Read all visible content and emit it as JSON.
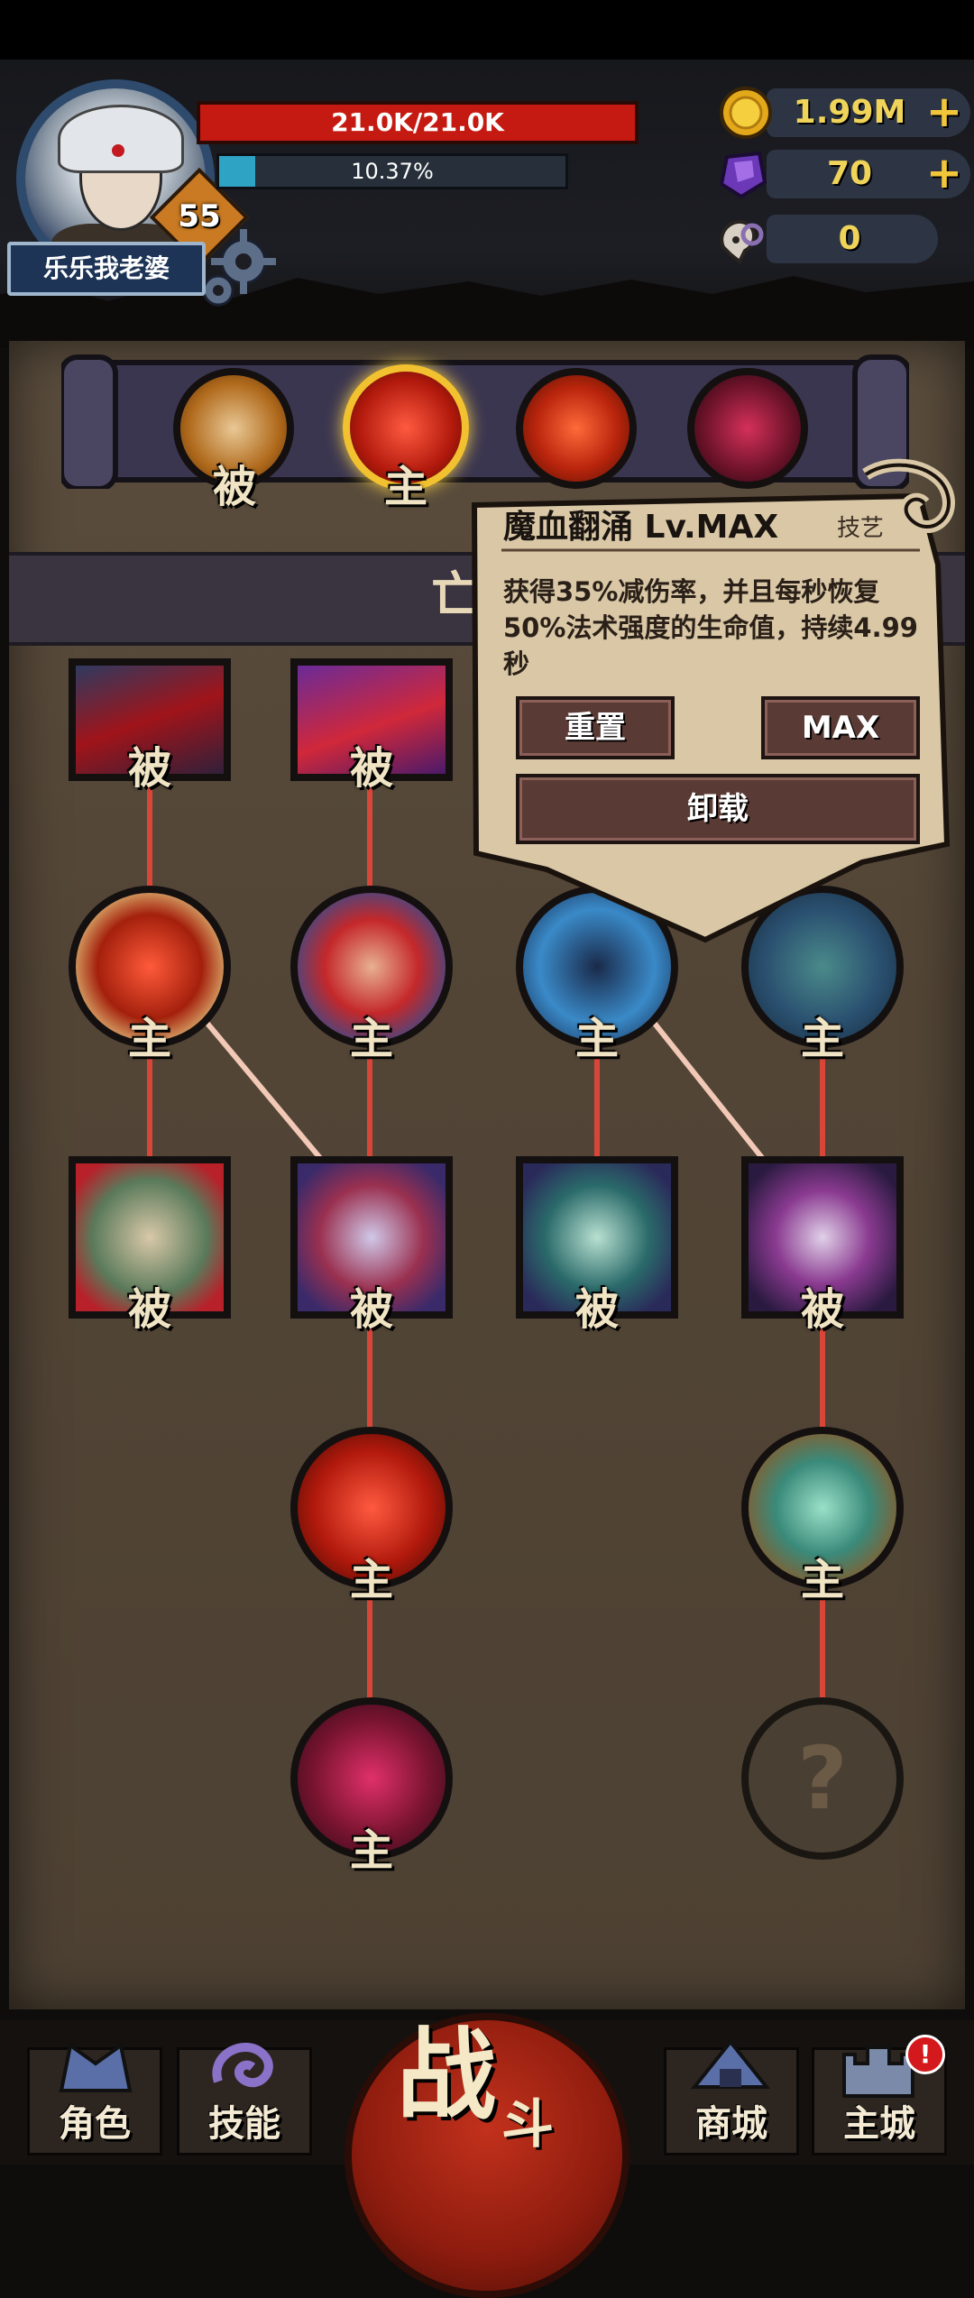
{
  "player": {
    "name": "乐乐我老婆",
    "level": "55",
    "hp_text": "21.0K/21.0K",
    "xp_text": "10.37%",
    "xp_progress": 0.1037
  },
  "resources": {
    "gold": "1.99M",
    "gems": "70",
    "skulls": "0",
    "plus": "+"
  },
  "skill_bar": {
    "tags": [
      "被",
      "主"
    ]
  },
  "tree": {
    "title": "亡灵",
    "row1": [
      "被",
      "被"
    ],
    "row2": [
      "主",
      "主",
      "主",
      "主"
    ],
    "row3": [
      "被",
      "被",
      "被",
      "被"
    ],
    "row4": [
      "主",
      "主"
    ],
    "row5": [
      "主"
    ],
    "locked": "?"
  },
  "popup": {
    "title": "魔血翻涌 Lv.MAX",
    "tag": "技艺",
    "description": "获得35%减伤率，并且每秒恢复50%法术强度的生命值，持续4.99秒",
    "reset_label": "重置",
    "max_label": "MAX",
    "unload_label": "卸载"
  },
  "nav": {
    "role": "角色",
    "skills": "技能",
    "battle_1": "战",
    "battle_2": "斗",
    "shop": "商城",
    "main_city": "主城",
    "alert": "!"
  },
  "colors": {
    "hp": "#c41a12",
    "xp": "#2fa3c4",
    "gold_text": "#f0d45a",
    "parchment": "#524536",
    "glow_line": "#e0473a"
  }
}
